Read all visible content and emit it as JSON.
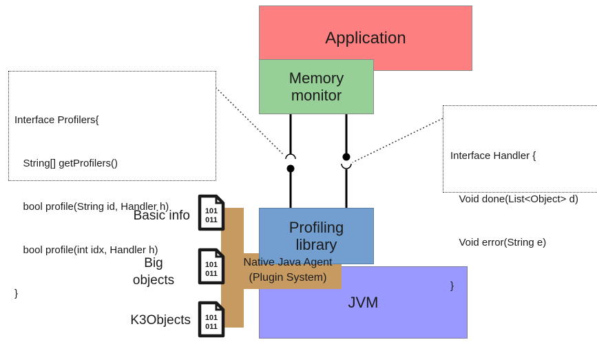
{
  "application": {
    "label": "Application"
  },
  "memory_monitor": {
    "label_line1": "Memory",
    "label_line2": "monitor"
  },
  "profiling_library": {
    "label_line1": "Profiling",
    "label_line2": "library"
  },
  "jvm": {
    "label": "JVM"
  },
  "native_agent": {
    "label_line1": "Native Java Agent",
    "label_line2": "(Plugin System)"
  },
  "profilers_interface": {
    "lines": [
      "Interface Profilers{",
      "   String[] getProfilers()",
      "   bool profile(String id, Handler h)",
      "   bool profile(int idx, Handler h)",
      "}"
    ]
  },
  "handler_interface": {
    "lines": [
      "Interface Handler {",
      "   Void done(List<Object> d)",
      "   Void error(String e)",
      "}"
    ]
  },
  "plugins": [
    {
      "label": "Basic info",
      "icon": "binary-file-icon",
      "bits_top": "101",
      "bits_bottom": "011"
    },
    {
      "label_line1": "Big",
      "label_line2": "objects",
      "icon": "binary-file-icon",
      "bits_top": "101",
      "bits_bottom": "011"
    },
    {
      "label": "K3Objects",
      "icon": "binary-file-icon",
      "bits_top": "101",
      "bits_bottom": "011"
    }
  ],
  "colors": {
    "application": "#fd7f7f",
    "memory_monitor": "#97d097",
    "profiling_library": "#729fcf",
    "jvm": "#9999ff",
    "native_agent": "#c79a62"
  }
}
